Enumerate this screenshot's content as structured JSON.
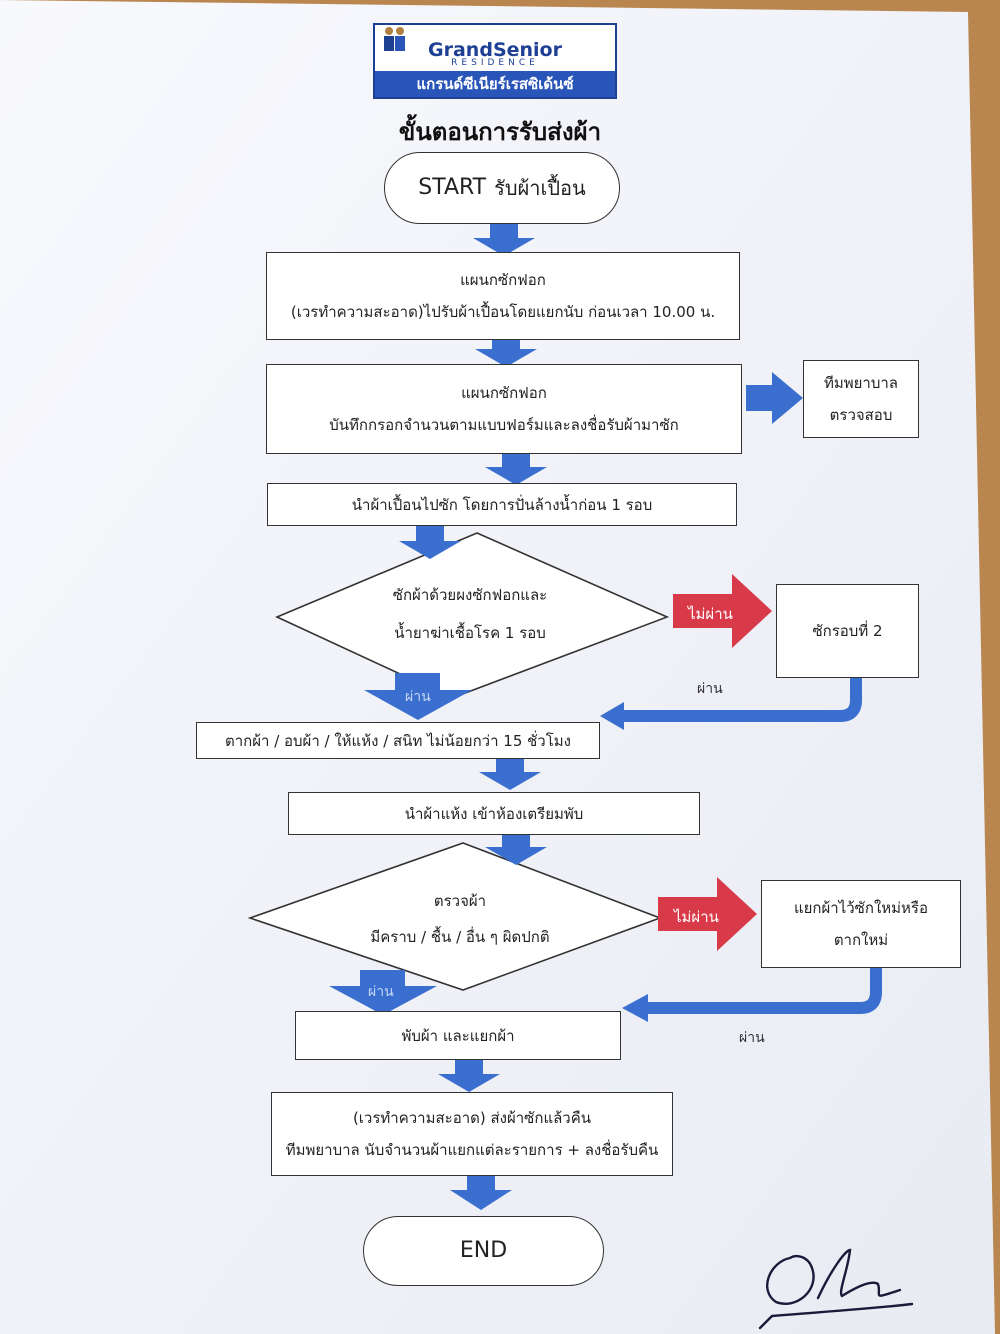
{
  "logo": {
    "brand_left": "Grand",
    "brand_right": "Senior",
    "subtitle": "RESIDENCE",
    "thai_name": "แกรนด์ซีเนียร์เรสซิเด้นซ์"
  },
  "title": "ขั้นตอนการรับส่งผ้า",
  "nodes": {
    "start": {
      "keyword": "START",
      "label": "รับผ้าเปื้อน"
    },
    "step1": {
      "line1": "แผนกซักฟอก",
      "line2": "(เวรทำความสะอาด)ไปรับผ้าเปื้อนโดยแยกนับ  ก่อนเวลา  10.00 น."
    },
    "step2": {
      "line1": "แผนกซักฟอก",
      "line2": "บันทึกกรอกจำนวนตามแบบฟอร์มและลงชื่อรับผ้ามาซัก"
    },
    "side_check": {
      "line1": "ทีมพยาบาล",
      "line2": "ตรวจสอบ"
    },
    "step3": {
      "label": "นำผ้าเปื้อนไปซัก โดยการปั่นล้างน้ำก่อน  1  รอบ"
    },
    "decision1": {
      "line1": "ซักผ้าด้วยผงซักฟอกและ",
      "line2": "น้ำยาฆ่าเชื้อโรค  1  รอบ"
    },
    "rewash": {
      "label": "ซักรอบที่  2"
    },
    "step4": {
      "label": "ตากผ้า / อบผ้า / ให้แห้ง / สนิท ไม่น้อยกว่า  15 ชั่วโมง"
    },
    "step5": {
      "label": "นำผ้าแห้ง เข้าห้องเตรียมพับ"
    },
    "decision2": {
      "line1": "ตรวจผ้า",
      "line2": "มีคราบ / ชื้น / อื่น ๆ ผิดปกติ"
    },
    "separate": {
      "line1": "แยกผ้าไว้ซักใหม่หรือ",
      "line2": "ตากใหม่"
    },
    "step6": {
      "label": "พับผ้า และแยกผ้า"
    },
    "step7": {
      "line1": "(เวรทำความสะอาด)  ส่งผ้าซักแล้วคืน",
      "line2": "ทีมพยาบาล นับจำนวนผ้าแยกแต่ละรายการ + ลงชื่อรับคืน"
    },
    "end": {
      "label": "END"
    }
  },
  "labels": {
    "fail_1": "ไม่ผ่าน",
    "pass_1_in": "ผ่าน",
    "pass_1_return": "ผ่าน",
    "fail_2": "ไม่ผ่าน",
    "pass_2_in": "ผ่าน",
    "pass_2_return": "ผ่าน"
  },
  "colors": {
    "arrow_blue": "#3a6fd0",
    "arrow_red": "#d93a4a",
    "logo_blue": "#1d3f94",
    "paper": "#f7f8fc"
  }
}
